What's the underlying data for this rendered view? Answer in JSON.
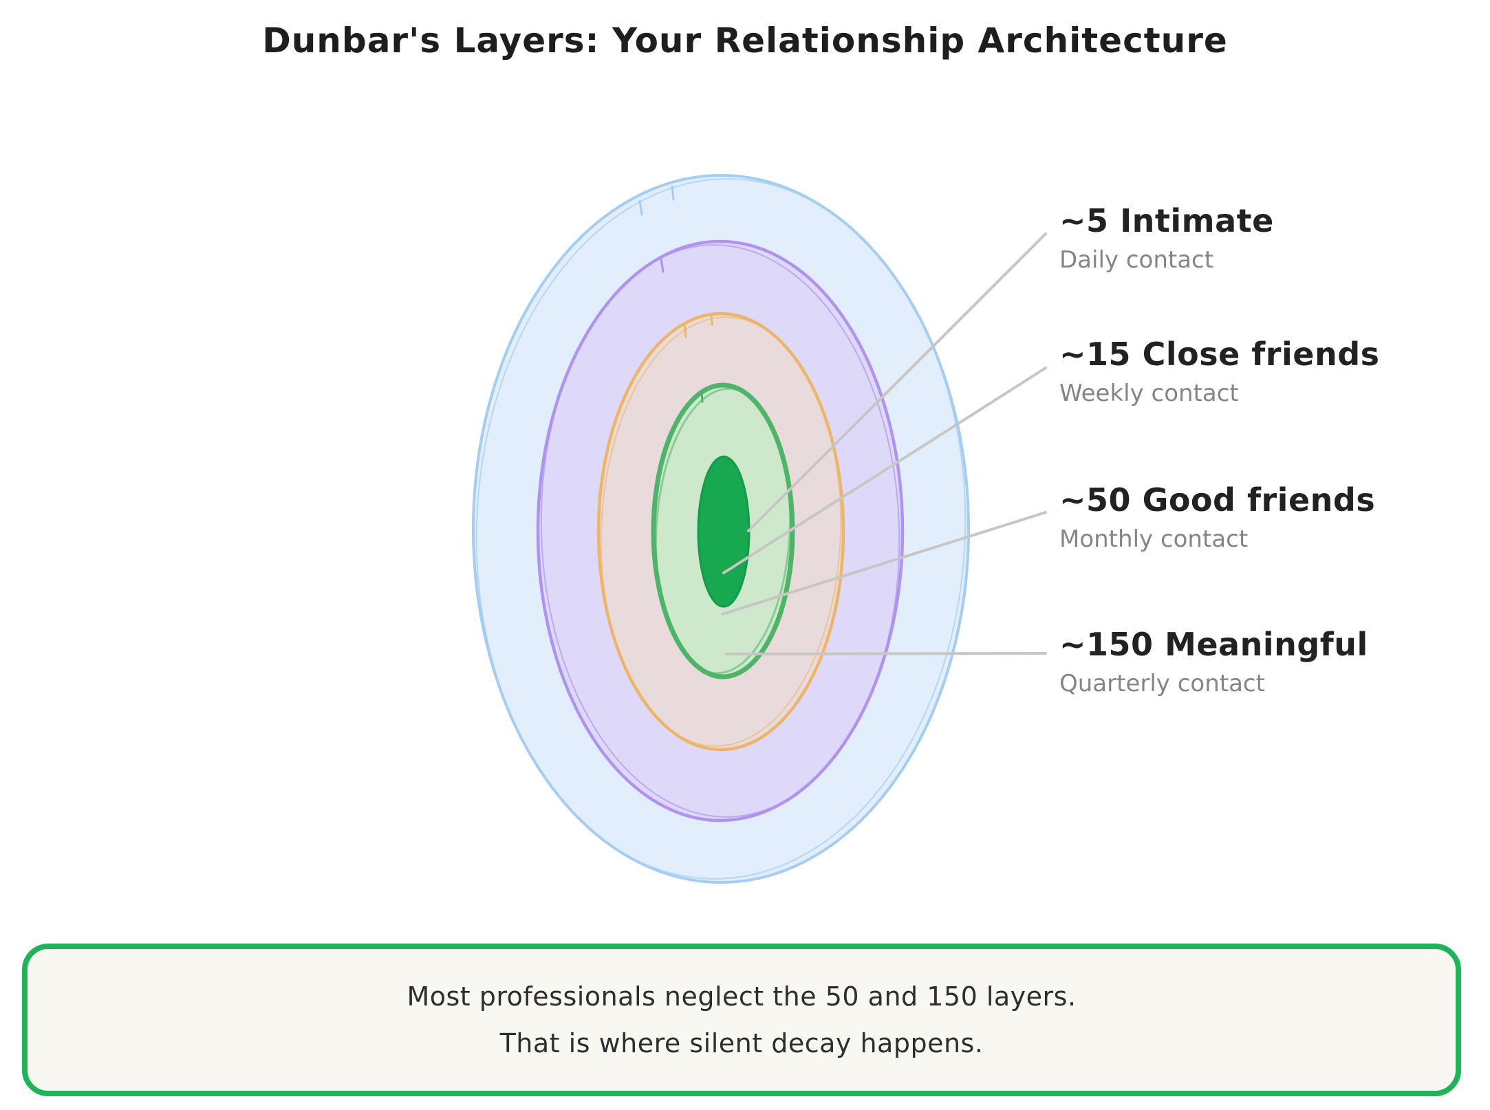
{
  "title": "Dunbar's Layers: Your Relationship Architecture",
  "diagram": {
    "layers": [
      {
        "label": "~5 Intimate",
        "frequency": "Daily contact"
      },
      {
        "label": "~15 Close friends",
        "frequency": "Weekly contact"
      },
      {
        "label": "~50 Good friends",
        "frequency": "Monthly contact"
      },
      {
        "label": "~150 Meaningful",
        "frequency": "Quarterly contact"
      }
    ]
  },
  "callout": {
    "line1": "Most professionals neglect the 50 and 150 layers.",
    "line2": "That is where silent decay happens."
  },
  "colors": {
    "title_text": "#1e1e1e",
    "heading_text": "#222222",
    "sub_text": "#858585",
    "connector": "#c8c6c4",
    "ring_outer_fill": "#e2eefb",
    "ring_outer_stroke": "#a5cdf2",
    "ring_150_fill": "#ded9f8",
    "ring_150_stroke": "#af93ef",
    "ring_50_fill": "#e9dadc",
    "ring_50_stroke": "#ecb568",
    "ring_15_fill": "#cde8cb",
    "ring_15_stroke": "#4fb46a",
    "ring_5_fill": "#17a850",
    "ring_5_stroke": "#149a48",
    "callout_border": "#1fb457",
    "callout_bg": "#f9f7f1",
    "callout_text": "#2e2e2e"
  }
}
